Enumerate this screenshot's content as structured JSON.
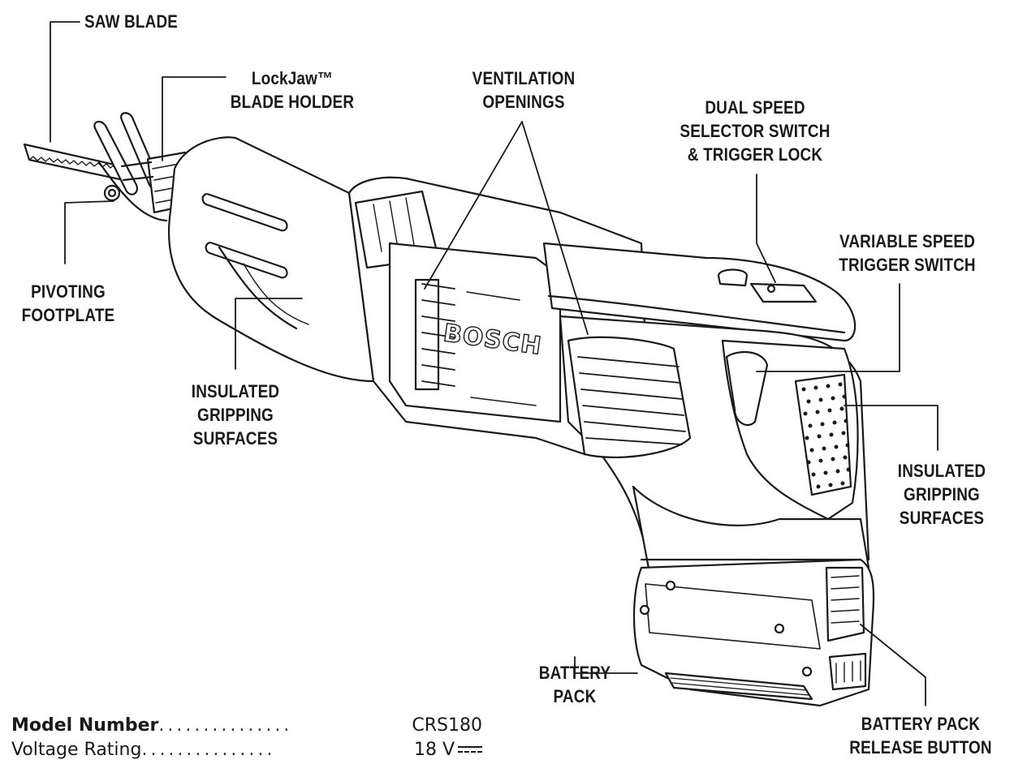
{
  "labels": {
    "saw_blade": "SAW BLADE",
    "lockjaw_line1": "LockJaw™",
    "lockjaw_line2": "BLADE HOLDER",
    "ventilation_line1": "VENTILATION",
    "ventilation_line2": "OPENINGS",
    "dual_speed_line1": "DUAL SPEED",
    "dual_speed_line2": "SELECTOR SWITCH",
    "dual_speed_line3": "& TRIGGER LOCK",
    "variable_speed_line1": "VARIABLE SPEED",
    "variable_speed_line2": "TRIGGER SWITCH",
    "pivoting_line1": "PIVOTING",
    "pivoting_line2": "FOOTPLATE",
    "insulated_left_line1": "INSULATED",
    "insulated_left_line2": "GRIPPING",
    "insulated_left_line3": "SURFACES",
    "insulated_right_line1": "INSULATED",
    "insulated_right_line2": "GRIPPING",
    "insulated_right_line3": "SURFACES",
    "battery_pack_line1": "BATTERY",
    "battery_pack_line2": "PACK",
    "release_button_line1": "BATTERY PACK",
    "release_button_line2": "RELEASE BUTTON"
  },
  "tool": {
    "brand": "BOSCH"
  },
  "specs": [
    {
      "label": "Model Number",
      "dots": "...............",
      "value": "CRS180"
    },
    {
      "label": "Voltage Rating",
      "dots": "...............",
      "value": "18 V"
    }
  ]
}
